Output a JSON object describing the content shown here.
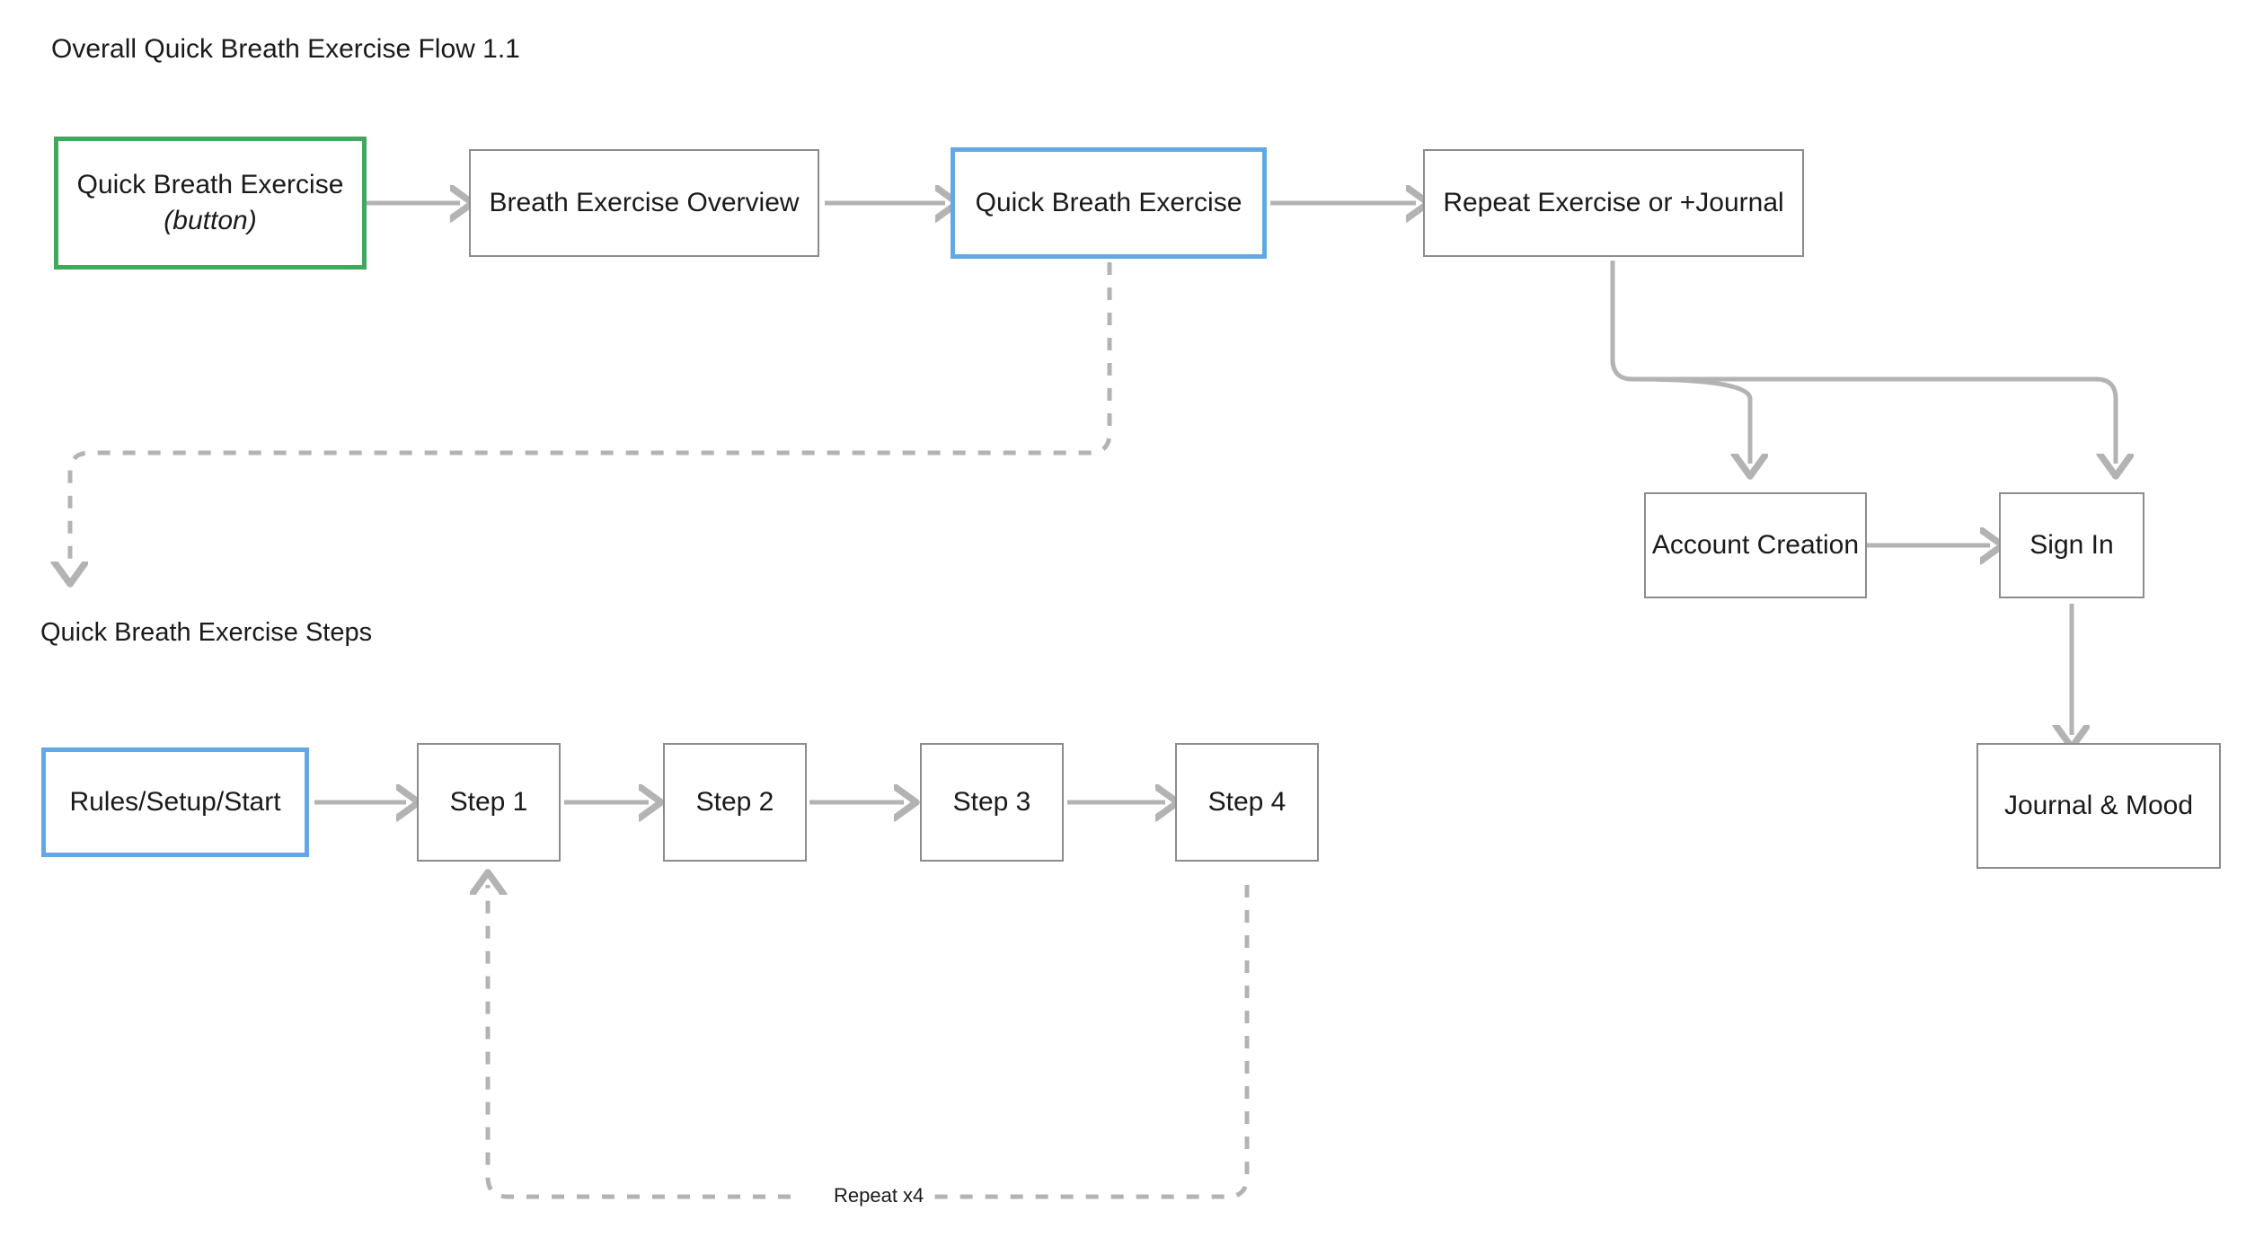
{
  "diagram": {
    "title": "Overall Quick Breath Exercise Flow  1.1",
    "section_title": "Quick Breath Exercise Steps",
    "colors": {
      "accent_green": "#41a85f",
      "accent_blue": "#62a8e5",
      "box_border": "#8c8c8c",
      "connector": "#b3b3b3",
      "text": "#1a1a1a",
      "background": "#ffffff"
    },
    "nodes": {
      "quick_breath_exercise_button": {
        "label": "Quick Breath Exercise",
        "sublabel": "(button)",
        "highlight": "green"
      },
      "breath_exercise_overview": {
        "label": "Breath Exercise Overview",
        "highlight": "none"
      },
      "quick_breath_exercise": {
        "label": "Quick Breath Exercise",
        "highlight": "blue"
      },
      "repeat_exercise_or_journal": {
        "label": "Repeat Exercise or +Journal",
        "highlight": "none"
      },
      "account_creation": {
        "label": "Account Creation",
        "highlight": "none"
      },
      "sign_in": {
        "label": "Sign In",
        "highlight": "none"
      },
      "journal_and_mood": {
        "label": "Journal & Mood",
        "highlight": "none"
      },
      "rules_setup_start": {
        "label": "Rules/Setup/Start",
        "highlight": "blue"
      },
      "step_1": {
        "label": "Step 1",
        "highlight": "none"
      },
      "step_2": {
        "label": "Step 2",
        "highlight": "none"
      },
      "step_3": {
        "label": "Step 3",
        "highlight": "none"
      },
      "step_4": {
        "label": "Step 4",
        "highlight": "none"
      }
    },
    "edge_labels": {
      "repeat_loop": "Repeat  x4"
    }
  }
}
